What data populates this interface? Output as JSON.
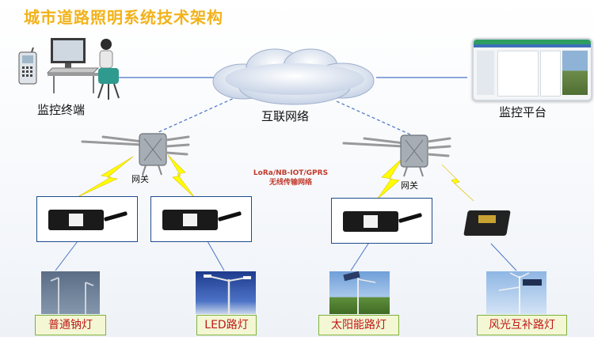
{
  "title": "城市道路照明系统技术架构",
  "labels": {
    "monitor_terminal": "监控终端",
    "internet": "互联网络",
    "monitor_platform": "监控平台",
    "gateway_left": "网关",
    "gateway_right": "网关",
    "protocols_line1": "LoRa/NB-IOT/GPRS",
    "protocols_line2": "无线传输网络"
  },
  "lamps": [
    {
      "label": "普通钠灯"
    },
    {
      "label": "LED路灯"
    },
    {
      "label": "太阳能路灯"
    },
    {
      "label": "风光互补路灯"
    }
  ],
  "colors": {
    "title": "#f2b21a",
    "lightning": "#ffff00",
    "link": "#4a73c8",
    "box_border": "#1e4b8f",
    "tag_text": "#c01818",
    "tag_bg": "#f3f7d3"
  }
}
